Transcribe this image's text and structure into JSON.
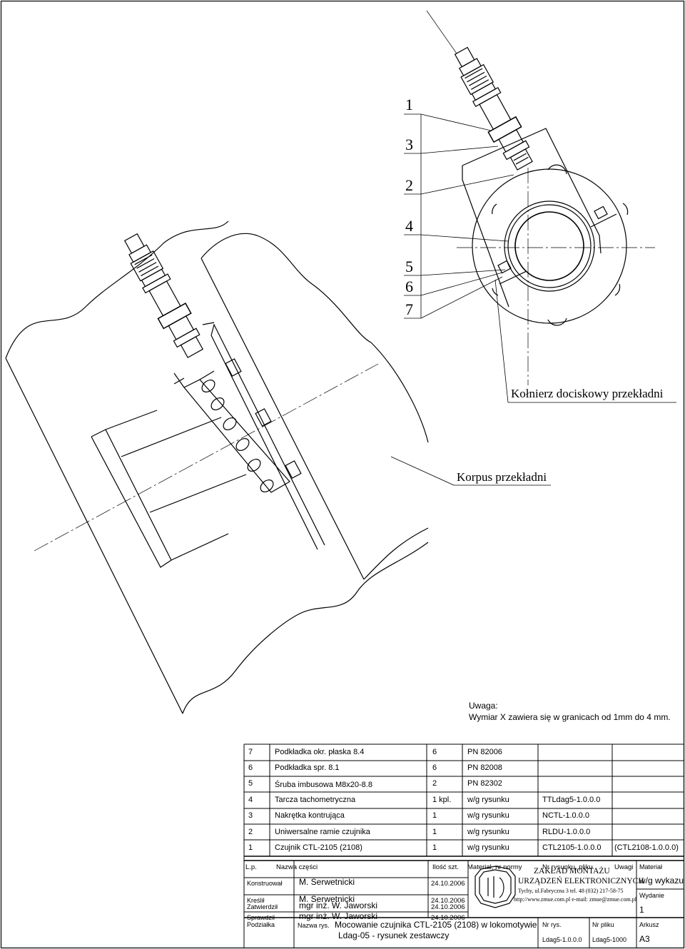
{
  "callouts": [
    "1",
    "3",
    "2",
    "4",
    "5",
    "6",
    "7"
  ],
  "labels": {
    "flange": "Kołnierz dociskowy przekładni",
    "housing": "Korpus przekładni"
  },
  "note": {
    "title": "Uwaga:",
    "text": "Wymiar X zawiera się w granicach od 1mm do 4 mm."
  },
  "parts": [
    {
      "lp": "7",
      "name": "Podkładka okr. płaska 8.4",
      "qty": "6",
      "material": "PN 82006",
      "drawing": "",
      "remarks": ""
    },
    {
      "lp": "6",
      "name": "Podkładka spr. 8.1",
      "qty": "6",
      "material": "PN 82008",
      "drawing": "",
      "remarks": ""
    },
    {
      "lp": "5",
      "name": "Śruba imbusowa M8x20-8.8",
      "qty": "2",
      "material": "PN 82302",
      "drawing": "",
      "remarks": ""
    },
    {
      "lp": "4",
      "name": "Tarcza tachometryczna",
      "qty": "1 kpl.",
      "material": "w/g rysunku",
      "drawing": "TTLdag5-1.0.0.0",
      "remarks": ""
    },
    {
      "lp": "3",
      "name": "Nakrętka kontrująca",
      "qty": "1",
      "material": "w/g rysunku",
      "drawing": "NCTL-1.0.0.0",
      "remarks": ""
    },
    {
      "lp": "2",
      "name": "Uniwersalne ramie czujnika",
      "qty": "1",
      "material": "w/g rysunku",
      "drawing": "RLDU-1.0.0.0",
      "remarks": ""
    },
    {
      "lp": "1",
      "name": "Czujnik CTL-2105 (2108)",
      "qty": "1",
      "material": "w/g rysunku",
      "drawing": "CTL2105-1.0.0.0",
      "remarks": "(CTL2108-1.0.0.0)"
    }
  ],
  "headers": {
    "lp": "L.p.",
    "name": "Nazwa części",
    "qty": "Ilość szt.",
    "material": "Materiał, nr normy",
    "drawing": "Nr rysunku, pliku",
    "remarks": "Uwagi"
  },
  "title_block": {
    "roles": [
      {
        "role": "Konstruował",
        "person": "M. Serwetnicki",
        "date": "24.10.2006"
      },
      {
        "role": "Kreślił",
        "person": "M. Serwetnicki",
        "date": "24.10.2006"
      },
      {
        "role": "Sprawdził",
        "person": "mgr inż. W. Jaworski",
        "date": "24.10.2006"
      },
      {
        "role": "Zatwierdził",
        "person": "mgr inż. W. Jaworski",
        "date": "24.10.2006"
      }
    ],
    "company": {
      "line1": "ZAKŁAD MONTAŻU",
      "line2": "URZĄDZEŃ ELEKTRONICZNYCH",
      "line3": "Tychy, ul.Fabryczna 3 tel. 48 (032) 217-58-75",
      "line4": "http://www.zmue.com.pl   e-mail: zmue@zmue.com.pl"
    },
    "material_label": "Materiał",
    "material_value": "w/g wykazu",
    "edition_label": "Wydanie",
    "edition_value": "1",
    "scale_label": "Podziałka",
    "drawing_name_label": "Nazwa rys.",
    "drawing_name_line1": "Mocowanie czujnika CTL-2105 (2108) w lokomotywie",
    "drawing_name_line2": "Ldag-05 - rysunek zestawczy",
    "drawing_no_label": "Nr rys.",
    "drawing_no_value": "Ldag5-1.0.0.0",
    "file_no_label": "Nr pliku",
    "file_no_value": "Ldag5-1000",
    "sheet_label": "Arkusz",
    "sheet_value": "A3"
  }
}
